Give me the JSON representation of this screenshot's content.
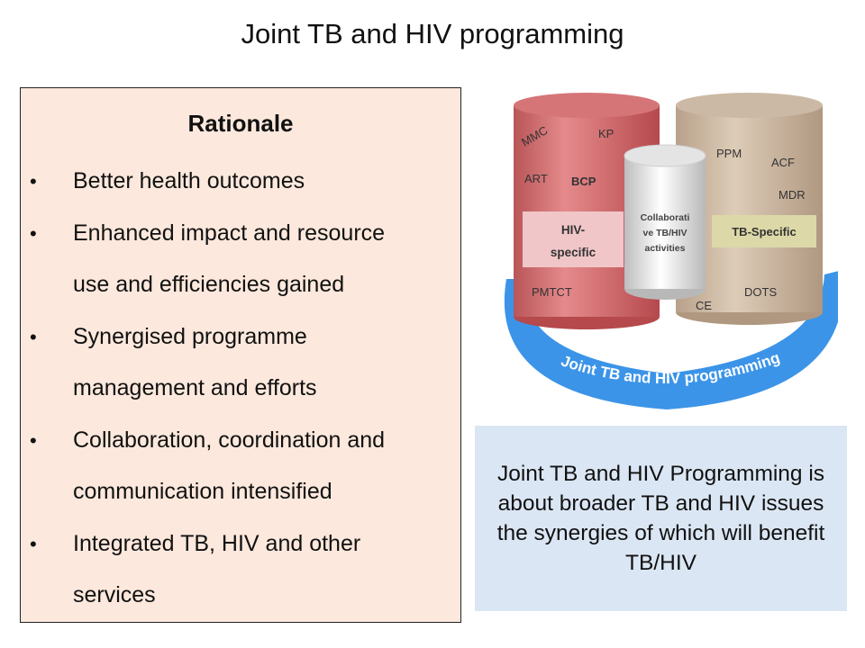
{
  "title": "Joint TB and HIV programming",
  "rationale": {
    "heading": "Rationale",
    "items": [
      [
        "Better  health outcomes"
      ],
      [
        "Enhanced impact and resource",
        "use and efficiencies gained"
      ],
      [
        "Synergised programme",
        "management and efforts"
      ],
      [
        "Collaboration, coordination and",
        "communication intensified"
      ],
      [
        "Integrated TB, HIV and other",
        "services"
      ]
    ]
  },
  "diagram": {
    "hiv_cylinder": {
      "labels": {
        "mmc": "MMC",
        "kp": "KP",
        "art": "ART",
        "bcp": "BCP",
        "pmtct": "PMTCT"
      },
      "tag": [
        "HIV-",
        "specific"
      ]
    },
    "tb_cylinder": {
      "labels": {
        "ppm": "PPM",
        "acf": "ACF",
        "mdr": "MDR",
        "dots": "DOTS",
        "ce": "CE"
      },
      "tag": "TB-Specific"
    },
    "collab_cylinder": {
      "lines": [
        "Collaborati",
        "ve TB/HIV",
        "activities"
      ]
    },
    "arc_label": "Joint TB and HIV programming",
    "colors": {
      "hiv": "#cd6b6d",
      "tb": "#c9b4a0",
      "arc": "#3b94e8",
      "collab": "#ededed",
      "tb_tag": "#ddd8a8",
      "hiv_tag": "#f0c6c8"
    }
  },
  "info": "Joint TB and HIV Programming is about broader TB and HIV issues the synergies of which will benefit TB/HIV"
}
